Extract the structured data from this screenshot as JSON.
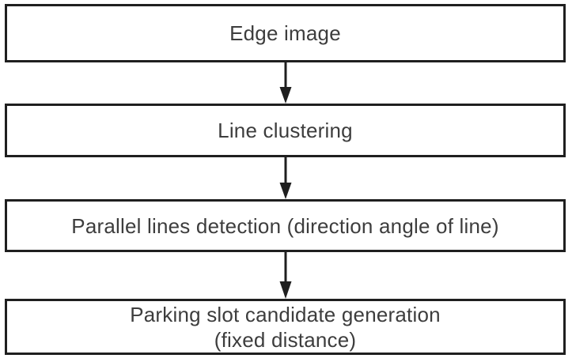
{
  "diagram": {
    "type": "flowchart",
    "direction": "top-down",
    "colors": {
      "background": "#ffffff",
      "node_fill": "#ffffff",
      "node_border": "#1f1f1f",
      "text": "#3d3d3d",
      "arrow": "#1f1f1f"
    },
    "nodes": [
      {
        "id": "edge-image",
        "label": "Edge image"
      },
      {
        "id": "line-clustering",
        "label": "Line clustering"
      },
      {
        "id": "parallel-lines-detection",
        "label": "Parallel lines detection (direction angle of line)"
      },
      {
        "id": "parking-slot-candidate-generation",
        "label": "Parking slot candidate generation\n(fixed distance)"
      }
    ],
    "edges": [
      {
        "from": "edge-image",
        "to": "line-clustering",
        "icon": "arrow-down-icon"
      },
      {
        "from": "line-clustering",
        "to": "parallel-lines-detection",
        "icon": "arrow-down-icon"
      },
      {
        "from": "parallel-lines-detection",
        "to": "parking-slot-candidate-generation",
        "icon": "arrow-down-icon"
      }
    ]
  }
}
